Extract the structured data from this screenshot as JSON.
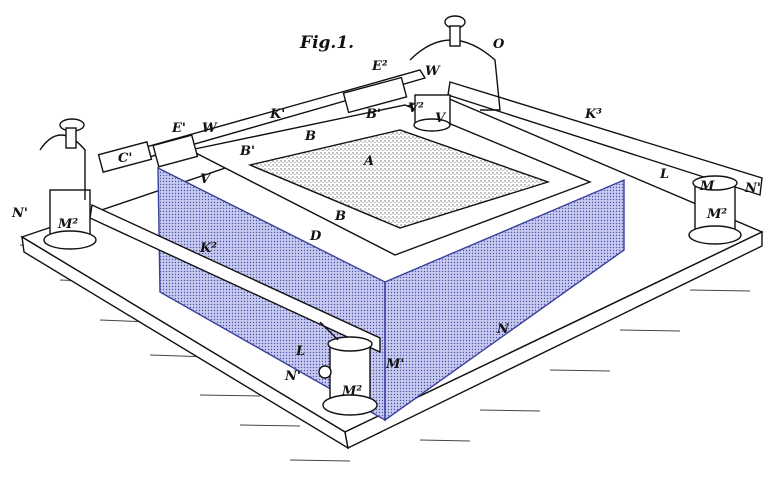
{
  "figure": {
    "title": "Fig.1.",
    "colors": {
      "ink": "#111111",
      "block_tint": "#b8bde8",
      "block_line": "#3a3f9a",
      "paper": "#ffffff"
    },
    "labels": {
      "o": "O",
      "e2": "E²",
      "w_top": "W",
      "k1": "K'",
      "b1_top": "B'",
      "v2": "V²",
      "v_top": "V",
      "k3": "K³",
      "e1": "E'",
      "w_left": "W",
      "b_top": "B",
      "c1": "C'",
      "b1_left": "B'",
      "a": "A",
      "v_left": "V",
      "l_right": "L",
      "m_right": "M",
      "n1_right": "N'",
      "m2_right": "M²",
      "n1_left": "N'",
      "m2_left": "M²",
      "b_front": "B",
      "d": "D",
      "k2": "K²",
      "n": "N",
      "l_front": "L",
      "m1_front": "M'",
      "n1_front": "N'",
      "m2_front": "M²"
    }
  }
}
